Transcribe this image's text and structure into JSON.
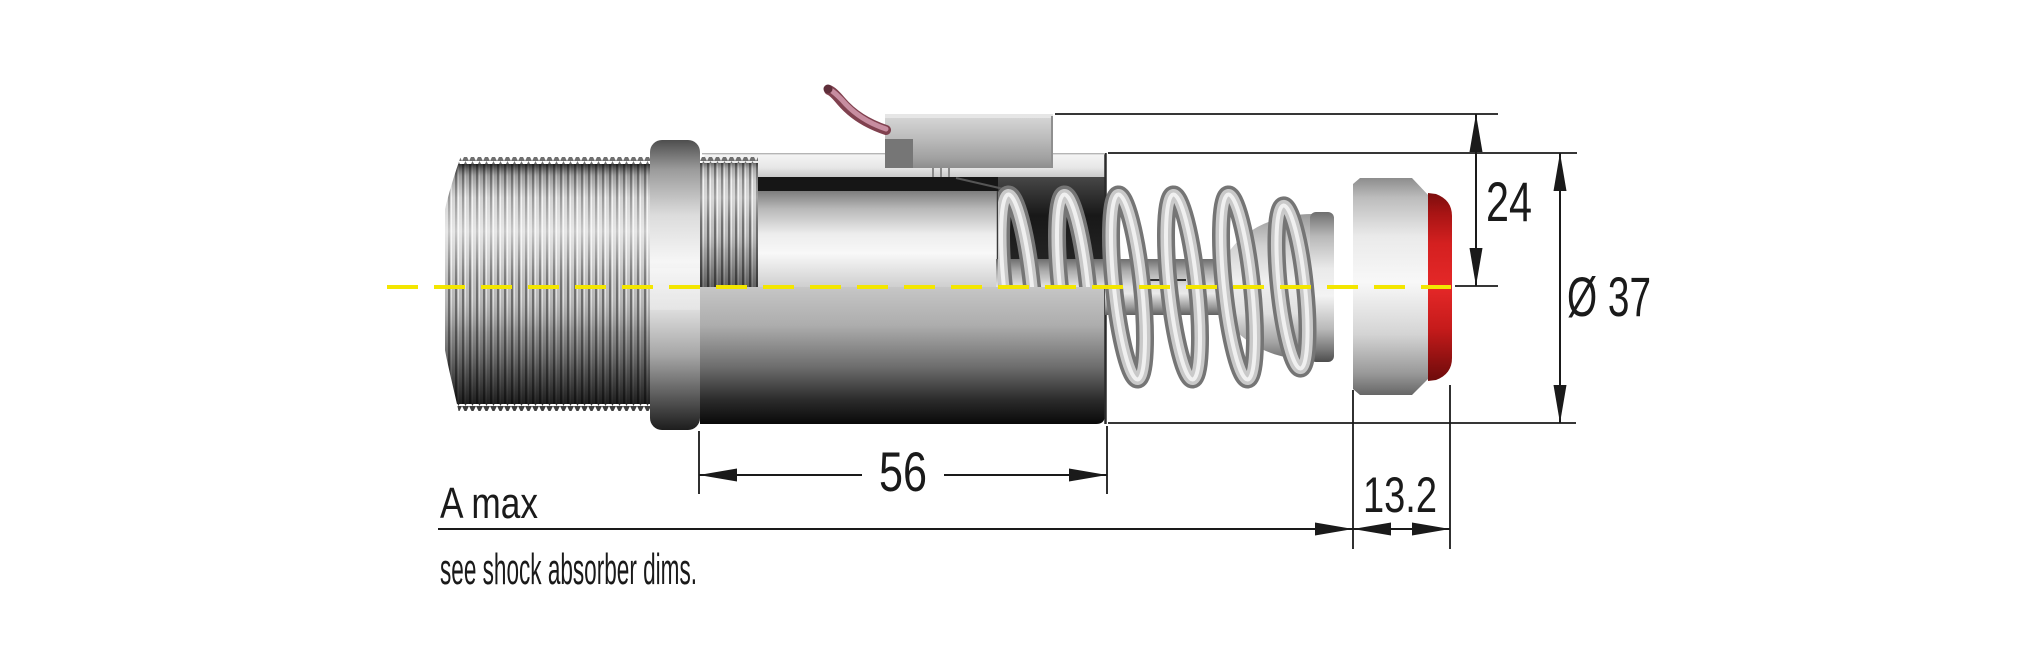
{
  "drawing": {
    "dimensions": {
      "body_length": "56",
      "head_stroke": "13.2",
      "rod_to_top": "24",
      "outer_diameter": "Ø 37"
    },
    "labels": {
      "a_max": "A max",
      "a_max_note": "see shock absorber dims."
    },
    "colors": {
      "centerline_yellow": "#f3e600",
      "bumper_red": "#d42020",
      "wire_pink": "#c78da0",
      "dimension_line": "#1a1a1a"
    }
  }
}
